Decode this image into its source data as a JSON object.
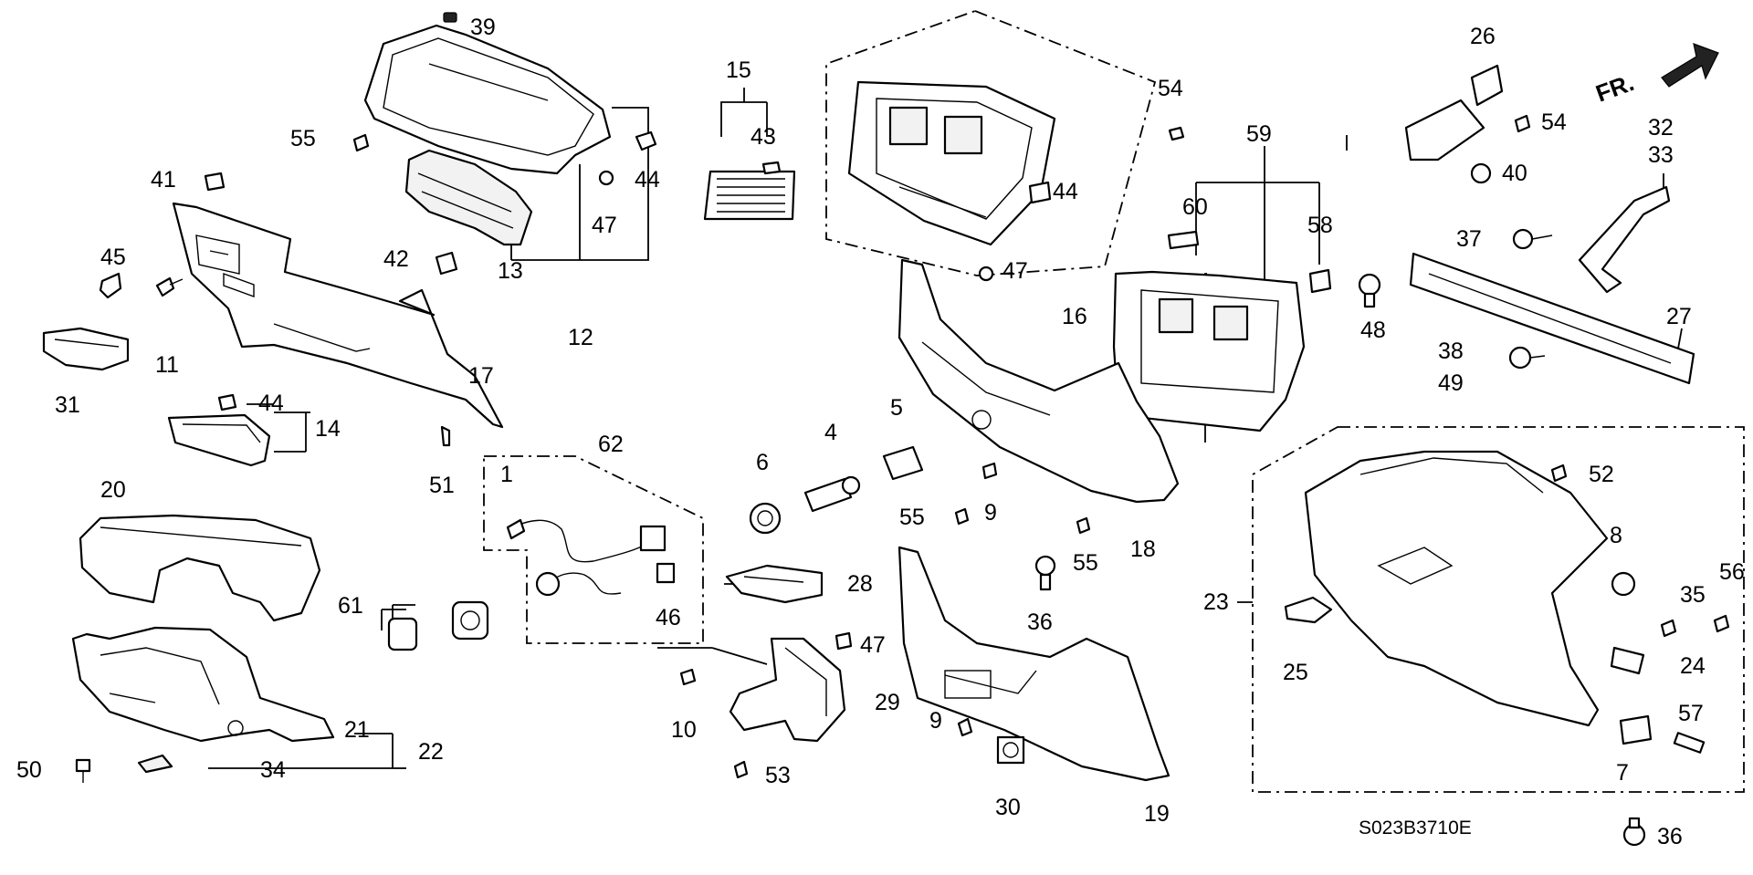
{
  "diagram": {
    "drawing_code": "S023B3710E",
    "direction_label": "FR.",
    "callouts": [
      {
        "id": "c1",
        "text": "1"
      },
      {
        "id": "c4",
        "text": "4"
      },
      {
        "id": "c5",
        "text": "5"
      },
      {
        "id": "c6",
        "text": "6"
      },
      {
        "id": "c7",
        "text": "7"
      },
      {
        "id": "c8",
        "text": "8"
      },
      {
        "id": "c9a",
        "text": "9"
      },
      {
        "id": "c9b",
        "text": "9"
      },
      {
        "id": "c10",
        "text": "10"
      },
      {
        "id": "c11",
        "text": "11"
      },
      {
        "id": "c12",
        "text": "12"
      },
      {
        "id": "c13",
        "text": "13"
      },
      {
        "id": "c14",
        "text": "14"
      },
      {
        "id": "c15",
        "text": "15"
      },
      {
        "id": "c16",
        "text": "16"
      },
      {
        "id": "c17",
        "text": "17"
      },
      {
        "id": "c18",
        "text": "18"
      },
      {
        "id": "c19",
        "text": "19"
      },
      {
        "id": "c20",
        "text": "20"
      },
      {
        "id": "c21",
        "text": "21"
      },
      {
        "id": "c22",
        "text": "22"
      },
      {
        "id": "c23",
        "text": "23"
      },
      {
        "id": "c24",
        "text": "24"
      },
      {
        "id": "c25",
        "text": "25"
      },
      {
        "id": "c26",
        "text": "26"
      },
      {
        "id": "c27",
        "text": "27"
      },
      {
        "id": "c28",
        "text": "28"
      },
      {
        "id": "c29",
        "text": "29"
      },
      {
        "id": "c30",
        "text": "30"
      },
      {
        "id": "c31",
        "text": "31"
      },
      {
        "id": "c32",
        "text": "32"
      },
      {
        "id": "c33",
        "text": "33"
      },
      {
        "id": "c34",
        "text": "34"
      },
      {
        "id": "c35",
        "text": "35"
      },
      {
        "id": "c36a",
        "text": "36"
      },
      {
        "id": "c36b",
        "text": "36"
      },
      {
        "id": "c37",
        "text": "37"
      },
      {
        "id": "c38",
        "text": "38"
      },
      {
        "id": "c39",
        "text": "39"
      },
      {
        "id": "c40",
        "text": "40"
      },
      {
        "id": "c41",
        "text": "41"
      },
      {
        "id": "c42",
        "text": "42"
      },
      {
        "id": "c43",
        "text": "43"
      },
      {
        "id": "c44a",
        "text": "44"
      },
      {
        "id": "c44b",
        "text": "44"
      },
      {
        "id": "c44c",
        "text": "44"
      },
      {
        "id": "c45",
        "text": "45"
      },
      {
        "id": "c46",
        "text": "46"
      },
      {
        "id": "c47a",
        "text": "47"
      },
      {
        "id": "c47b",
        "text": "47"
      },
      {
        "id": "c47c",
        "text": "47"
      },
      {
        "id": "c48",
        "text": "48"
      },
      {
        "id": "c49",
        "text": "49"
      },
      {
        "id": "c50",
        "text": "50"
      },
      {
        "id": "c51",
        "text": "51"
      },
      {
        "id": "c52",
        "text": "52"
      },
      {
        "id": "c53",
        "text": "53"
      },
      {
        "id": "c54a",
        "text": "54"
      },
      {
        "id": "c54b",
        "text": "54"
      },
      {
        "id": "c55a",
        "text": "55"
      },
      {
        "id": "c55b",
        "text": "55"
      },
      {
        "id": "c55c",
        "text": "55"
      },
      {
        "id": "c56",
        "text": "56"
      },
      {
        "id": "c57",
        "text": "57"
      },
      {
        "id": "c58",
        "text": "58"
      },
      {
        "id": "c59",
        "text": "59"
      },
      {
        "id": "c60",
        "text": "60"
      },
      {
        "id": "c61",
        "text": "61"
      },
      {
        "id": "c62",
        "text": "62"
      }
    ]
  }
}
